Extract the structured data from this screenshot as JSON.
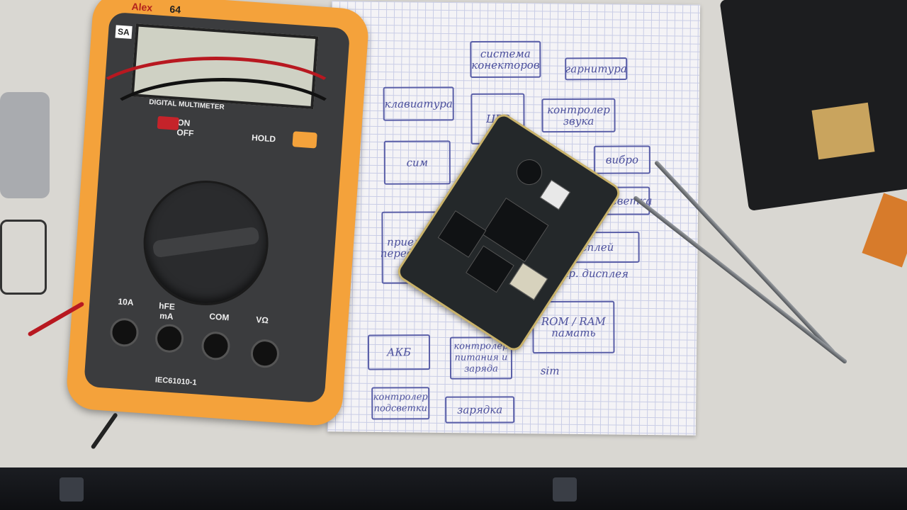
{
  "photo": {
    "meter": {
      "brand": "Alex",
      "model": "64",
      "title": "DIGITAL MULTIMETER",
      "power_on": "ON",
      "power_off": "OFF",
      "hold": "HOLD",
      "jack_10a": "10A",
      "jack_hfe": "hFE",
      "jack_ma": "mA",
      "jack_com": "COM",
      "jack_v": "VΩ",
      "standard": "IEC61010-1",
      "sticker": "SA"
    },
    "diagram": {
      "system_connectors": "система конекторов",
      "headset": "гарнитура",
      "keyboard": "клавиатура",
      "cpu": "ЦРР",
      "sound_ctrl": "контролер звука",
      "sim": "сим",
      "vibro": "вибро",
      "backlight": "подсветка",
      "rx_tx": "приемник передатчик",
      "display": "дисплей",
      "display_ctrl": "контр. дисплея",
      "rom_ram": "ROM / RAM",
      "memory": "памать",
      "battery": "АКБ",
      "power_ctrl": "контролер питания и заряда",
      "sim_line": "sim",
      "backlight_ctrl": "контролер подсветки",
      "charging": "зарядка"
    }
  }
}
